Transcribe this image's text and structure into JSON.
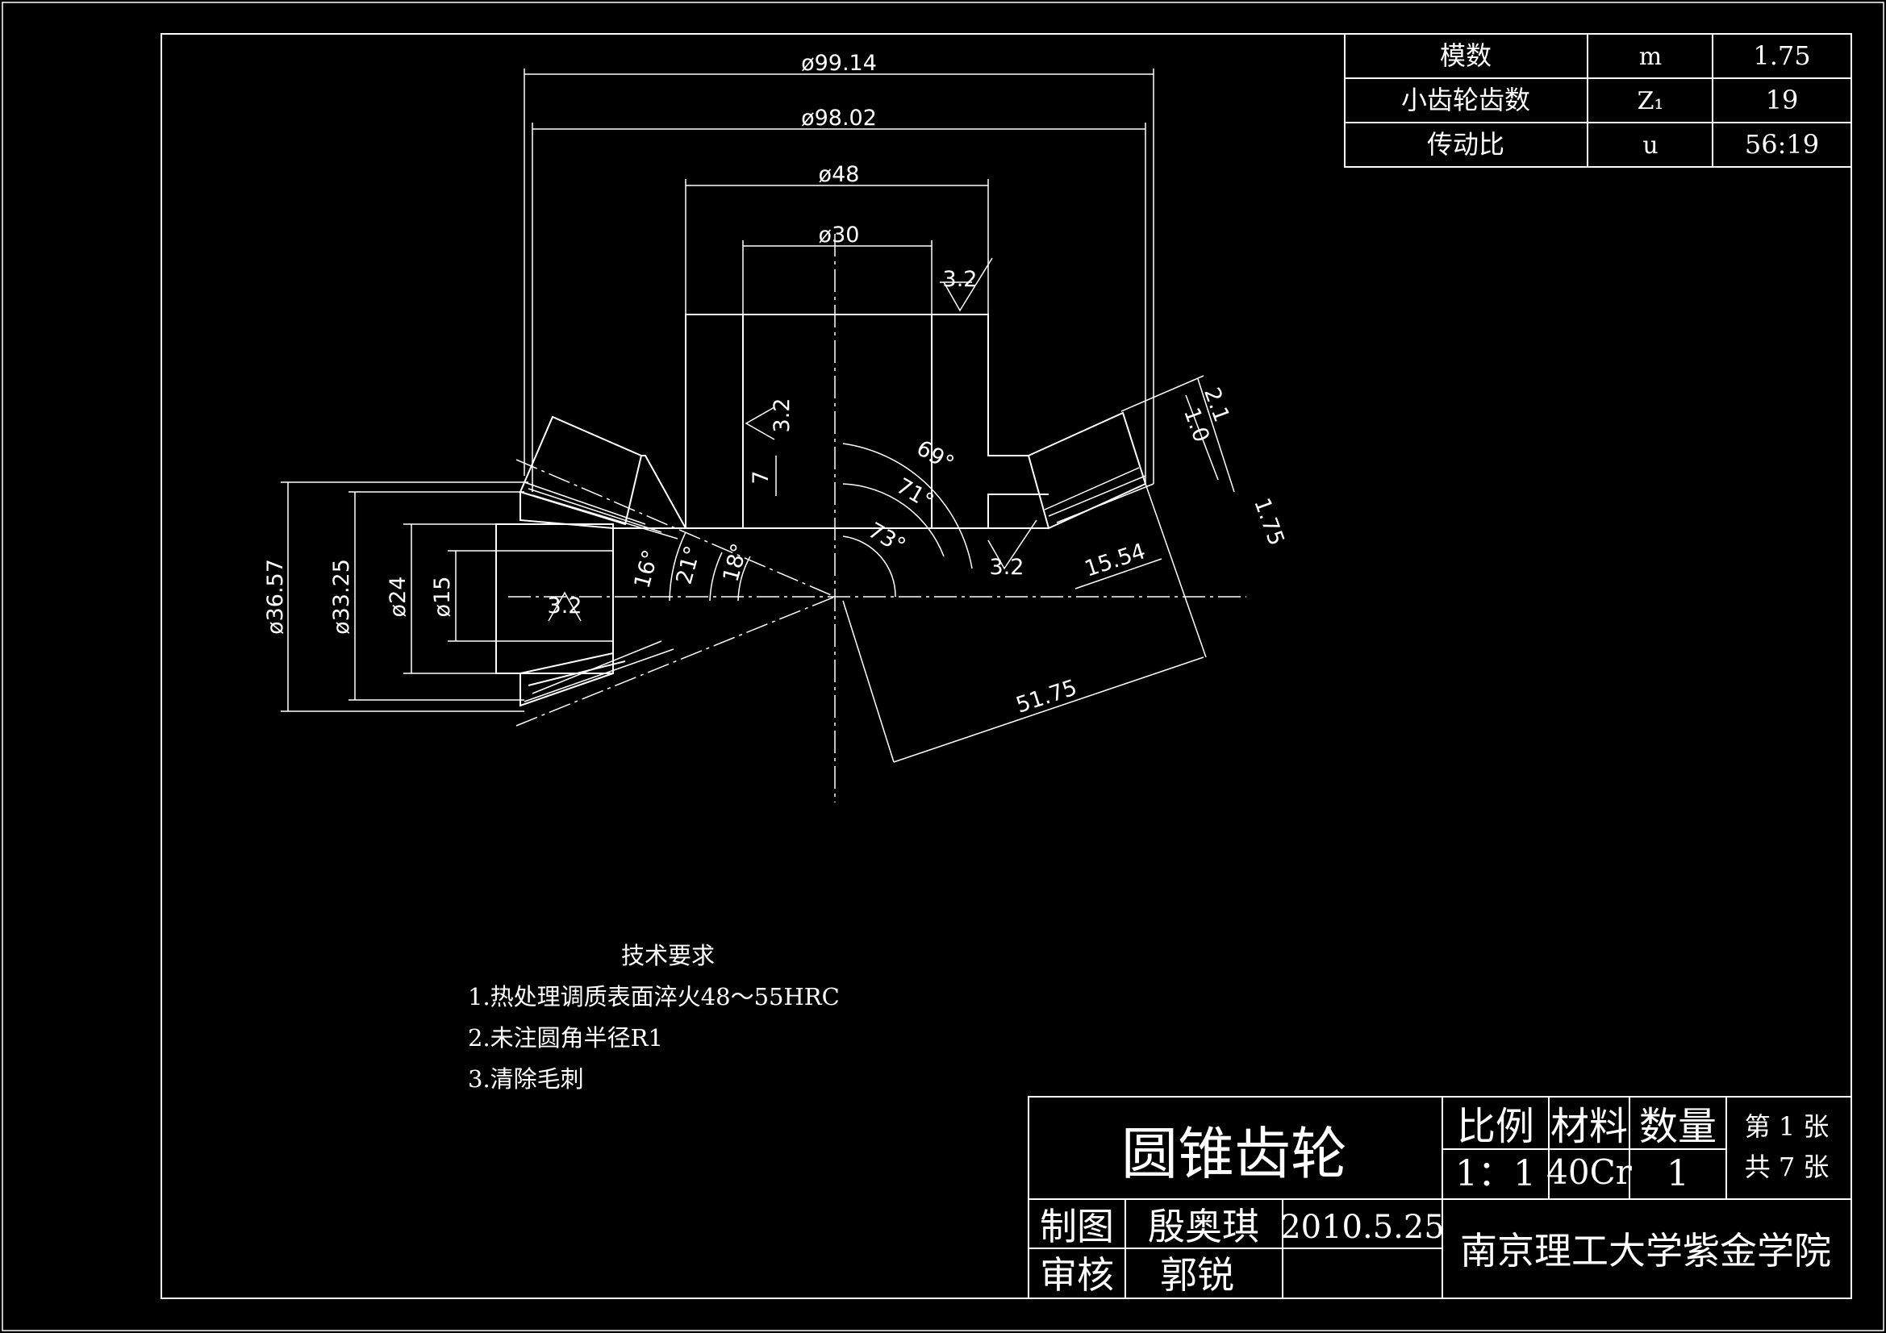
{
  "colors": {
    "background": "#000000",
    "lines": "#ffffff"
  },
  "param_table": [
    {
      "name": "模数",
      "symbol": "m",
      "value": "1.75"
    },
    {
      "name": "小齿轮齿数",
      "symbol": "Z₁",
      "value": "19"
    },
    {
      "name": "传动比",
      "symbol": "u",
      "value": "56:19"
    }
  ],
  "dimensions": {
    "d99": "ø99.14",
    "d98": "ø98.02",
    "d48": "ø48",
    "d30": "ø30",
    "d3657": "ø36.57",
    "d3325": "ø33.25",
    "d24": "ø24",
    "d15": "ø15",
    "len5175": "51.75",
    "len1554": "15.54",
    "h7": "7",
    "t21": "2.1",
    "t10": "1.0",
    "t175": "1.75",
    "ang69": "69°",
    "ang71": "71°",
    "ang73": "73°",
    "ang16": "16°",
    "ang21": "21°",
    "ang18": "18°",
    "rough": "3.2"
  },
  "notes": {
    "heading": "技术要求",
    "items": [
      "1.热处理调质表面淬火48～55HRC",
      "2.未注圆角半径R1",
      "3.清除毛刺"
    ]
  },
  "title_block": {
    "part_name": "圆锥齿轮",
    "scale_label": "比例",
    "scale_value": "1：1",
    "material_label": "材料",
    "material_value": "40Cr",
    "qty_label": "数量",
    "qty_value": "1",
    "sheet_no": "第 1 张",
    "sheet_total": "共 7 张",
    "drawn_label": "制图",
    "drawn_by": "殷奥琪",
    "date": "2010.5.25",
    "checked_label": "审核",
    "checked_by": "郭锐",
    "school": "南京理工大学紫金学院"
  }
}
